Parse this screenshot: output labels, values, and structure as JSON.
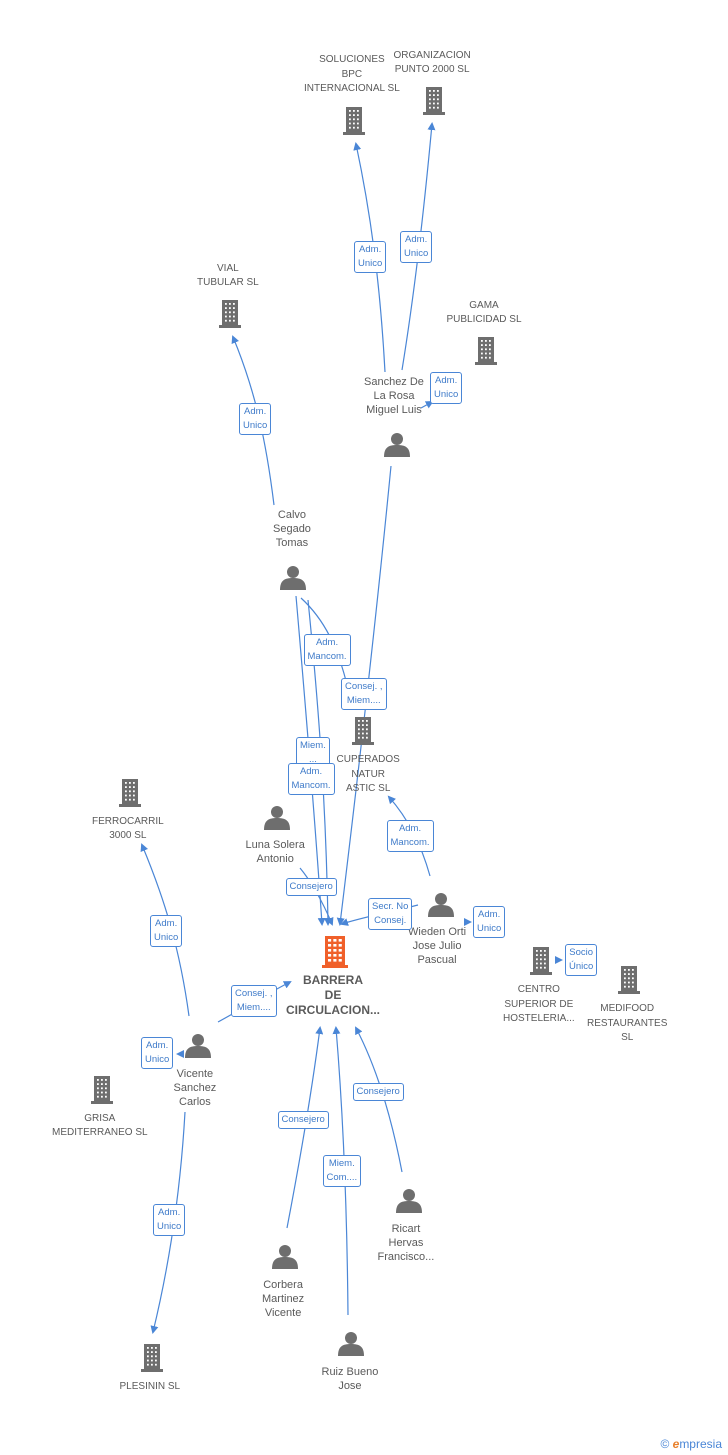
{
  "colors": {
    "edge": "#4a86d6",
    "node": "#6e6e6e",
    "main_node": "#f0602a",
    "label": "#5a5a5a"
  },
  "nodes": [
    {
      "id": "main",
      "kind": "company",
      "main": true,
      "lines": [
        "BARRERA",
        "DE",
        "CIRCULACION..."
      ]
    },
    {
      "id": "soluciones",
      "kind": "company",
      "lines": [
        "SOLUCIONES",
        "BPC",
        "INTERNACIONAL SL"
      ]
    },
    {
      "id": "organizacion",
      "kind": "company",
      "lines": [
        "ORGANIZACION",
        "PUNTO 2000 SL"
      ]
    },
    {
      "id": "vial",
      "kind": "company",
      "lines": [
        "VIAL",
        "TUBULAR  SL"
      ]
    },
    {
      "id": "gama",
      "kind": "company",
      "lines": [
        "GAMA",
        "PUBLICIDAD SL"
      ]
    },
    {
      "id": "sanchez",
      "kind": "person",
      "lines": [
        "Sanchez De",
        "La Rosa",
        "Miguel Luis"
      ]
    },
    {
      "id": "calvo",
      "kind": "person",
      "lines": [
        "Calvo",
        "Segado",
        "Tomas"
      ]
    },
    {
      "id": "recuperados",
      "kind": "company",
      "lines": [
        "CUPERADOS",
        "NATUR",
        "ASTIC SL"
      ]
    },
    {
      "id": "luna",
      "kind": "person",
      "lines": [
        "Luna Solera",
        "Antonio"
      ]
    },
    {
      "id": "ferrocarril",
      "kind": "company",
      "lines": [
        "FERROCARRIL",
        "3000 SL"
      ]
    },
    {
      "id": "wieden",
      "kind": "person",
      "lines": [
        "Wieden Orti",
        "Jose Julio",
        "Pascual"
      ]
    },
    {
      "id": "centro",
      "kind": "company",
      "lines": [
        "CENTRO",
        "SUPERIOR DE",
        "HOSTELERIA..."
      ]
    },
    {
      "id": "medifood",
      "kind": "company",
      "lines": [
        "MEDIFOOD",
        "RESTAURANTES",
        "SL"
      ]
    },
    {
      "id": "vicente",
      "kind": "person",
      "lines": [
        "Vicente",
        "Sanchez",
        "Carlos"
      ]
    },
    {
      "id": "grisa",
      "kind": "company",
      "lines": [
        "GRISA",
        "MEDITERRANEO SL"
      ]
    },
    {
      "id": "ricart",
      "kind": "person",
      "lines": [
        "Ricart",
        "Hervas",
        "Francisco..."
      ]
    },
    {
      "id": "corbera",
      "kind": "person",
      "lines": [
        "Corbera",
        "Martinez",
        "Vicente"
      ]
    },
    {
      "id": "ruiz",
      "kind": "person",
      "lines": [
        "Ruiz Bueno",
        "Jose"
      ]
    },
    {
      "id": "plesinin",
      "kind": "company",
      "lines": [
        "PLESININ SL"
      ]
    }
  ],
  "edges": [
    {
      "id": "e1",
      "from": "sanchez",
      "to": "soluciones",
      "lines": [
        "Adm.",
        "Unico"
      ]
    },
    {
      "id": "e2",
      "from": "sanchez",
      "to": "organizacion",
      "lines": [
        "Adm.",
        "Unico"
      ]
    },
    {
      "id": "e3",
      "from": "sanchez",
      "to": "gama",
      "lines": [
        "Adm.",
        "Unico"
      ]
    },
    {
      "id": "e4",
      "from": "calvo",
      "to": "vial",
      "lines": [
        "Adm.",
        "Unico"
      ]
    },
    {
      "id": "e5",
      "from": "calvo",
      "to": "recuperados",
      "lines": [
        "Adm.",
        "Mancom."
      ]
    },
    {
      "id": "e6",
      "from": "sanchez",
      "to": "main",
      "lines": [
        "Consej. ,",
        "Miem...."
      ]
    },
    {
      "id": "e7",
      "from": "calvo",
      "to": "main",
      "lines": [
        "Miem.",
        "..."
      ]
    },
    {
      "id": "e8",
      "from": "calvo",
      "to": "main",
      "lines": [
        "Adm.",
        "Mancom."
      ]
    },
    {
      "id": "e9",
      "from": "wieden",
      "to": "recuperados",
      "lines": [
        "Adm.",
        "Mancom."
      ]
    },
    {
      "id": "e10",
      "from": "luna",
      "to": "main",
      "lines": [
        "Consejero"
      ]
    },
    {
      "id": "e11",
      "from": "wieden",
      "to": "main",
      "lines": [
        "Secr.  No",
        "Consej."
      ]
    },
    {
      "id": "e12",
      "from": "wieden",
      "to": "centro",
      "lines": [
        "Adm.",
        "Unico"
      ]
    },
    {
      "id": "e13",
      "from": "centro",
      "to": "medifood",
      "lines": [
        "Socio",
        "Único"
      ]
    },
    {
      "id": "e14",
      "from": "vicente",
      "to": "ferrocarril",
      "lines": [
        "Adm.",
        "Unico"
      ]
    },
    {
      "id": "e15",
      "from": "vicente",
      "to": "main",
      "lines": [
        "Consej. ,",
        "Miem...."
      ]
    },
    {
      "id": "e16",
      "from": "vicente",
      "to": "grisa",
      "lines": [
        "Adm.",
        "Unico"
      ]
    },
    {
      "id": "e17",
      "from": "vicente",
      "to": "plesinin",
      "lines": [
        "Adm.",
        "Unico"
      ]
    },
    {
      "id": "e18",
      "from": "ricart",
      "to": "main",
      "lines": [
        "Consejero"
      ]
    },
    {
      "id": "e19",
      "from": "corbera",
      "to": "main",
      "lines": [
        "Consejero"
      ]
    },
    {
      "id": "e20",
      "from": "ruiz",
      "to": "main",
      "lines": [
        "Miem.",
        "Com...."
      ]
    }
  ],
  "footer": {
    "copyright": "©",
    "brand_first": "e",
    "brand_rest": "mpresia"
  }
}
